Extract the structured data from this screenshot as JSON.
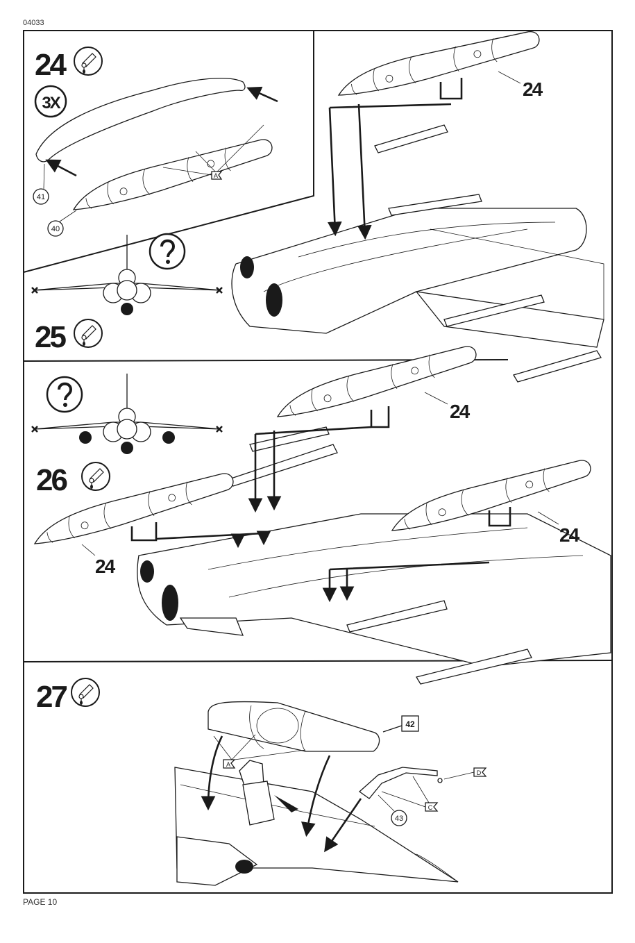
{
  "document": {
    "kit_code": "04033",
    "page_label": "PAGE 10"
  },
  "steps": [
    {
      "number": "24",
      "glue_icon": "glue-tube-icon",
      "quantity_badge": "3X",
      "parts": [
        "40",
        "41"
      ],
      "decal_flags": [
        "A"
      ],
      "note_icon": "question-mark-icon"
    },
    {
      "number": "25",
      "glue_icon": "glue-tube-icon",
      "callouts": [
        "24"
      ]
    },
    {
      "number": "26",
      "glue_icon": "glue-tube-icon",
      "note_icon": "question-mark-icon",
      "callouts": [
        "24",
        "24",
        "24"
      ]
    },
    {
      "number": "27",
      "glue_icon": "glue-tube-icon",
      "boxed_parts": [
        "42"
      ],
      "parts": [
        "43"
      ],
      "decal_flags": [
        "A",
        "C",
        "D"
      ]
    }
  ]
}
